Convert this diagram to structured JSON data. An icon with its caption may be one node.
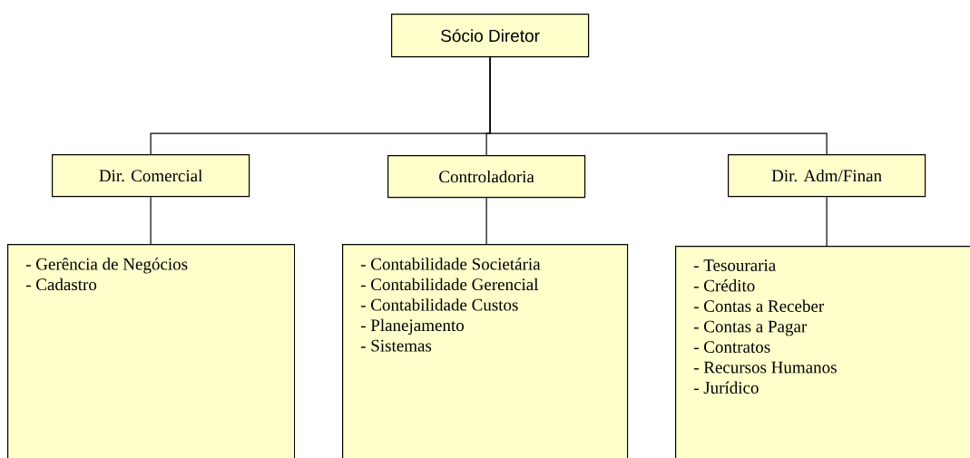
{
  "diagram": {
    "nodes": [
      {
        "text": [
          "Sócio Diretor"
        ]
      },
      {
        "text": [
          "Dir. Comercial"
        ]
      },
      {
        "text": [
          "Controladoria"
        ]
      },
      {
        "text": [
          "Dir. Adm/Finan"
        ]
      },
      {
        "text": [
          "- Gerência de Negócios",
          "- Cadastro"
        ]
      },
      {
        "text": [
          "- Contabilidade Societária",
          "- Contabilidade Gerencial",
          "- Contabilidade Custos",
          "- Planejamento",
          "- Sistemas"
        ]
      },
      {
        "text": [
          "- Tesouraria",
          "- Crédito",
          "- Contas a Receber",
          "- Contas a Pagar",
          "- Contratos",
          "- Recursos Humanos",
          "- Jurídico"
        ]
      }
    ],
    "edges": [
      {
        "from": 0,
        "to": 1,
        "arrow": "none"
      },
      {
        "from": 0,
        "to": 2,
        "arrow": "none"
      },
      {
        "from": 0,
        "to": 3,
        "arrow": "none"
      },
      {
        "from": 1,
        "to": 4,
        "arrow": "none"
      },
      {
        "from": 2,
        "to": 5,
        "arrow": "none"
      },
      {
        "from": 3,
        "to": 6,
        "arrow": "none"
      }
    ]
  }
}
